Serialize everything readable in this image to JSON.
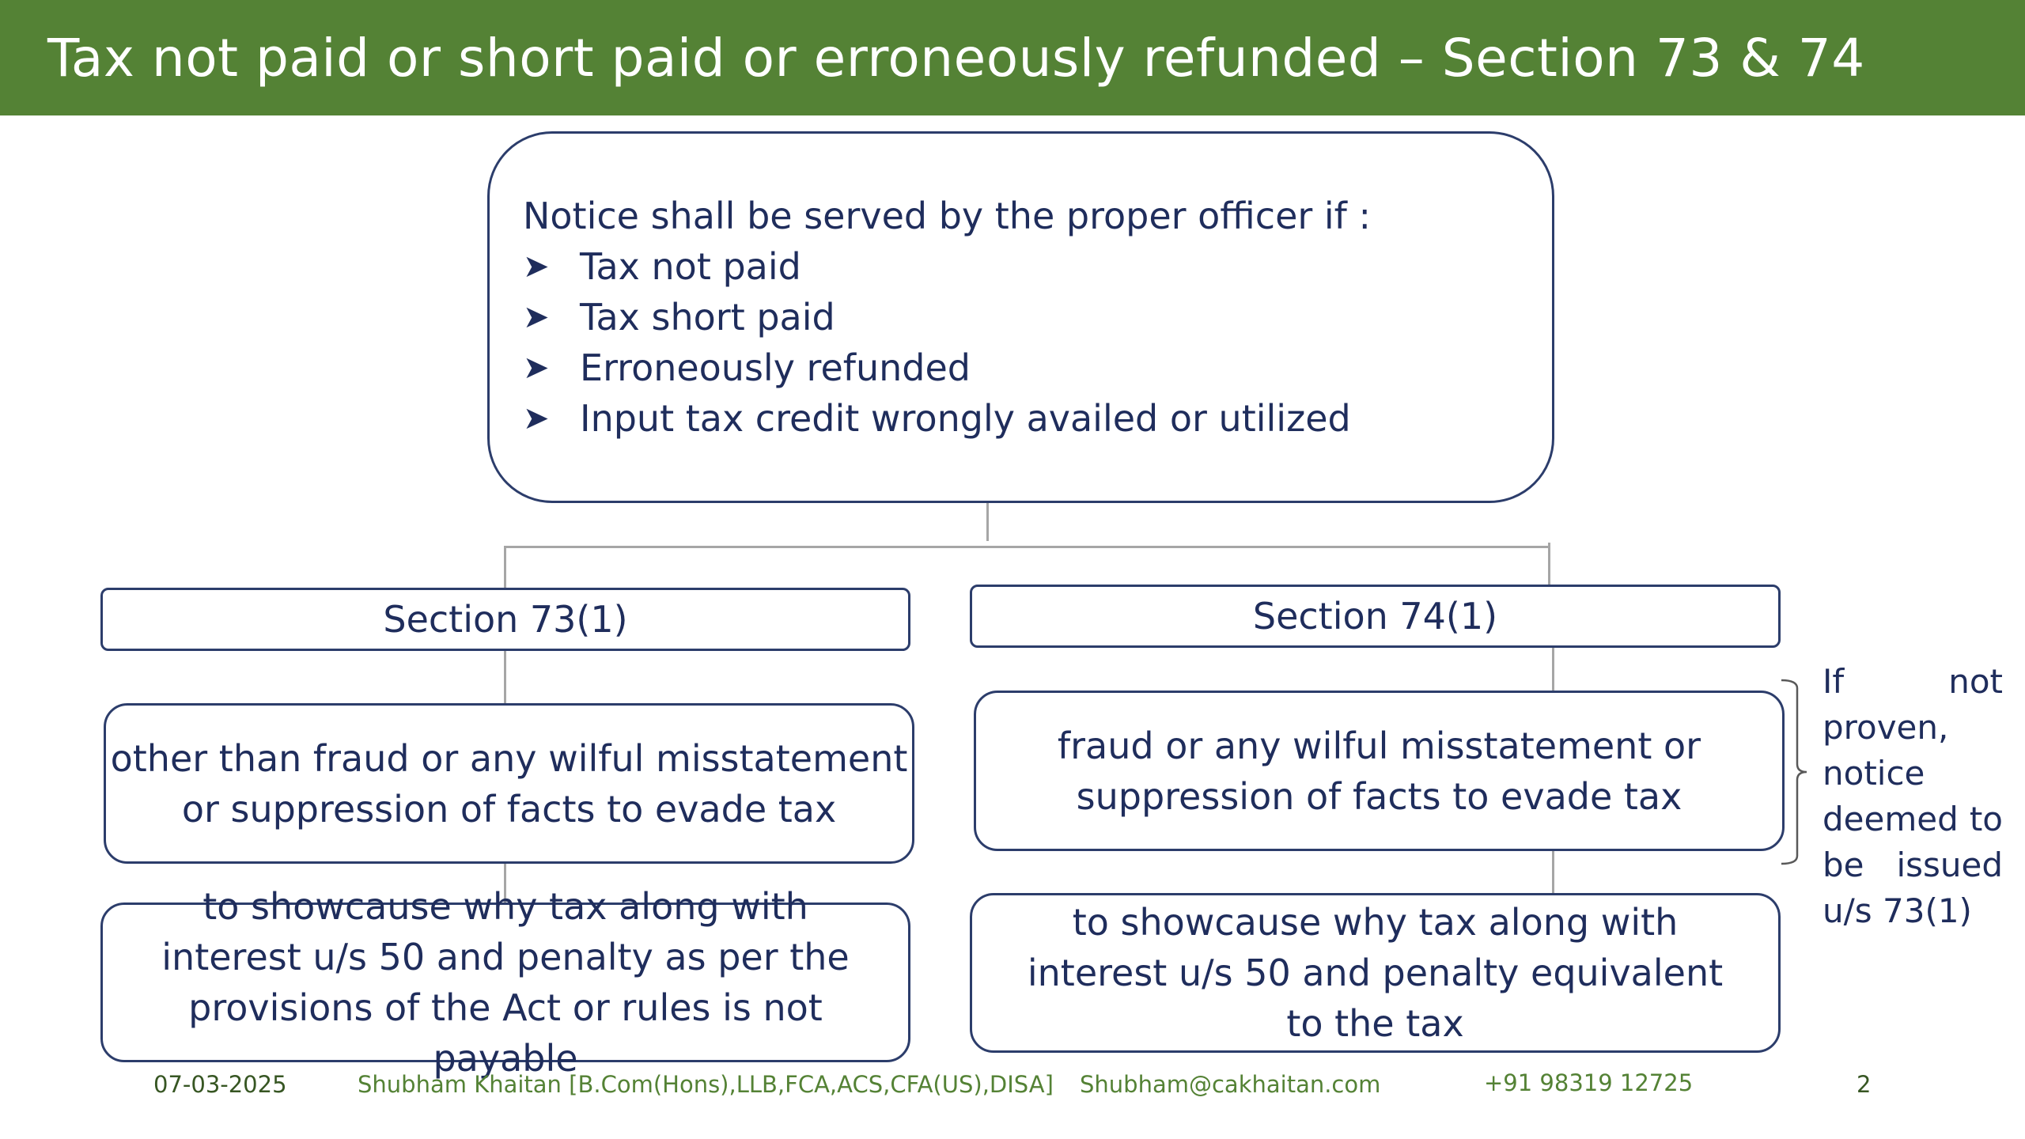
{
  "header": {
    "title": "Tax not paid or short paid or erroneously refunded – Section 73 & 74"
  },
  "notice": {
    "heading": "Notice shall be served by the proper officer if :",
    "bullet_icon": "arrow-bullet-icon",
    "items": [
      {
        "label": "Tax not paid"
      },
      {
        "label": "Tax short paid"
      },
      {
        "label": "Erroneously refunded"
      },
      {
        "label": "Input tax credit wrongly availed or utilized"
      }
    ]
  },
  "section73": {
    "title": "Section 73(1)",
    "condition": "other than fraud or any wilful misstatement or suppression of facts to evade tax",
    "showcause": "to showcause why tax along with interest u/s 50 and penalty as per the provisions of the Act or rules is not payable"
  },
  "section74": {
    "title": "Section 74(1)",
    "condition": "fraud or any wilful misstatement or suppression of facts to evade tax",
    "showcause": "to showcause why tax along with interest u/s 50 and penalty equivalent to the tax"
  },
  "side_note": "If not proven, notice deemed to be issued u/s 73(1)",
  "footer": {
    "date": "07-03-2025",
    "author": "Shubham Khaitan [B.Com(Hons),LLB,FCA,ACS,CFA(US),DISA]",
    "email": "Shubham@cakhaitan.com",
    "phone": "+91 98319 12725",
    "page": "2"
  },
  "colors": {
    "header_bg": "#548235",
    "box_border": "#2c3d6b",
    "text": "#1f2d5c",
    "connector": "#a6a6a6",
    "footer_text": "#548235"
  }
}
